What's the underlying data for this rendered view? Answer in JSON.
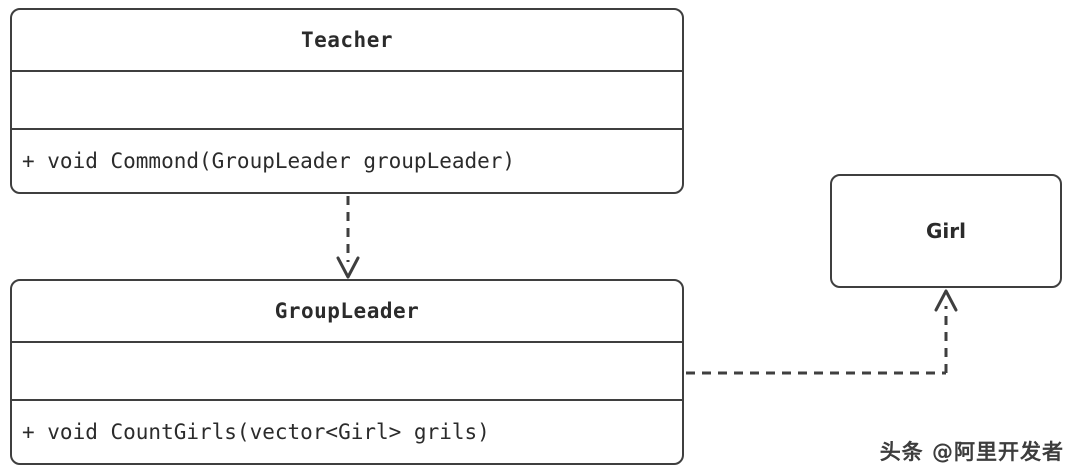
{
  "diagram": {
    "type": "uml-class-diagram",
    "stroke_color": "#3f3f3f",
    "text_color": "#2b2b2b",
    "background": "#ffffff",
    "classes": [
      {
        "id": "teacher",
        "name": "Teacher",
        "attributes": [
          ""
        ],
        "methods": [
          "+ void Commond(GroupLeader groupLeader)"
        ]
      },
      {
        "id": "groupleader",
        "name": "GroupLeader",
        "attributes": [
          ""
        ],
        "methods": [
          "+ void CountGirls(vector<Girl> grils)"
        ]
      },
      {
        "id": "girl",
        "name": "Girl",
        "attributes": [],
        "methods": []
      }
    ],
    "relations": [
      {
        "id": "teacher-to-groupleader",
        "from": "teacher",
        "to": "groupleader",
        "style": "dashed",
        "arrow": "open",
        "label": ""
      },
      {
        "id": "groupleader-to-girl",
        "from": "groupleader",
        "to": "girl",
        "style": "dashed",
        "arrow": "open",
        "label": ""
      }
    ]
  },
  "watermark": {
    "text": "头条 @阿里开发者"
  }
}
